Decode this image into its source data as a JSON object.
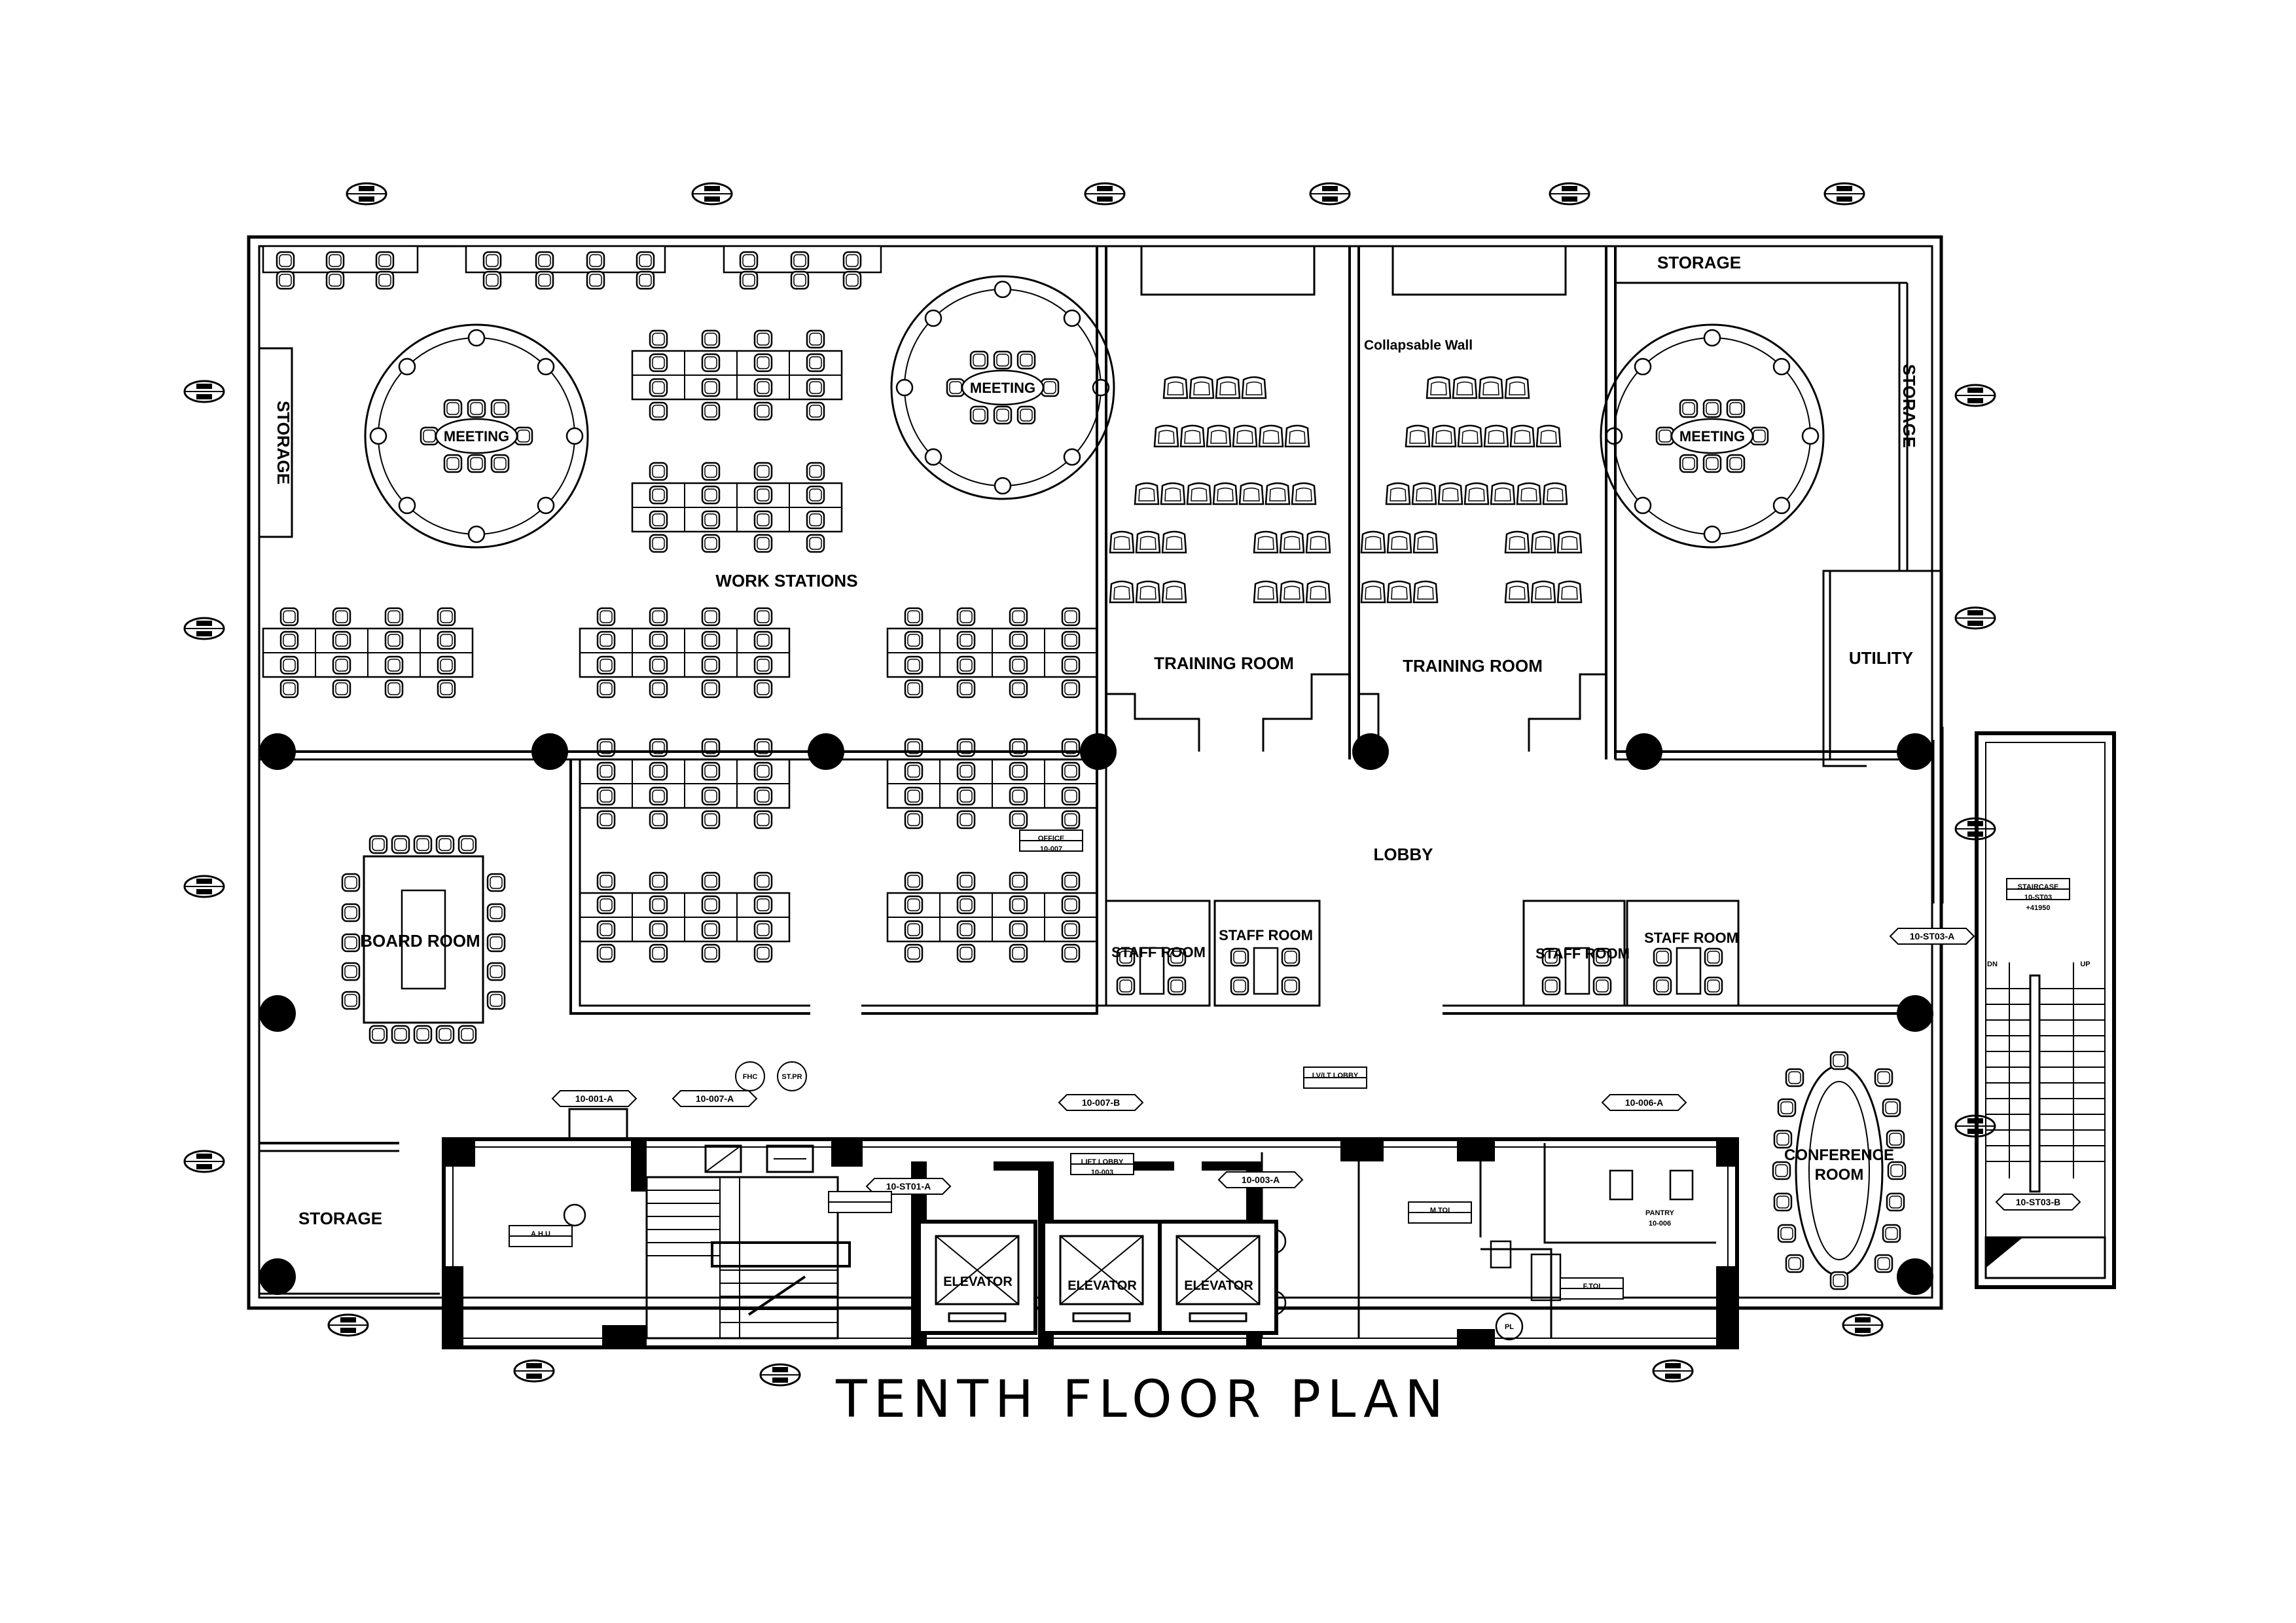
{
  "drawing": {
    "title": "TENTH FLOOR PLAN"
  },
  "rooms": {
    "storage_top": "STORAGE",
    "storage_left": "STORAGE",
    "storage_right": "STORAGE",
    "storage_bottom": "STORAGE",
    "meeting_1": "MEETING",
    "meeting_2": "MEETING",
    "meeting_3": "MEETING",
    "work_stations": "WORK STATIONS",
    "training_room_1": "TRAINING ROOM",
    "training_room_2": "TRAINING ROOM",
    "collapsable_wall": "Collapsable Wall",
    "utility": "UTILITY",
    "lobby": "LOBBY",
    "board_room": "BOARD ROOM",
    "staff_room_1": "STAFF ROOM",
    "staff_room_2": "STAFF ROOM",
    "staff_room_3": "STAFF ROOM",
    "staff_room_4": "STAFF ROOM",
    "conference_room_line1": "CONFERENCE",
    "conference_room_line2": "ROOM",
    "elevator_1": "ELEVATOR",
    "elevator_2": "ELEVATOR",
    "elevator_3": "ELEVATOR"
  },
  "tags": {
    "door_10_001_a": "10-001-A",
    "door_10_007_a": "10-007-A",
    "door_10_007_b": "10-007-B",
    "door_10_003_a": "10-003-A",
    "door_10_006_a": "10-006-A",
    "door_10_st01_a": "10-ST01-A",
    "door_10_st03_a": "10-ST03-A",
    "door_10_st03_b": "10-ST03-B",
    "fhc": "FHC",
    "st_pr": "ST.PR",
    "lift_lobby": "LIFT LOBBY",
    "lift_lobby_code": "10-003",
    "lv_lt_lobby": "LV/LT LOBBY",
    "staircase": "STAIRCASE",
    "staircase_code": "10-ST03",
    "level": "+41950",
    "office": "OFFICE",
    "office_code": "10-007",
    "pantry": "PANTRY",
    "pantry_code": "10-006",
    "ahu": "A.H.U",
    "m_toi": "M.TOI",
    "f_toi": "F.TOI",
    "dn": "DN",
    "up": "UP",
    "pl": "PL"
  }
}
